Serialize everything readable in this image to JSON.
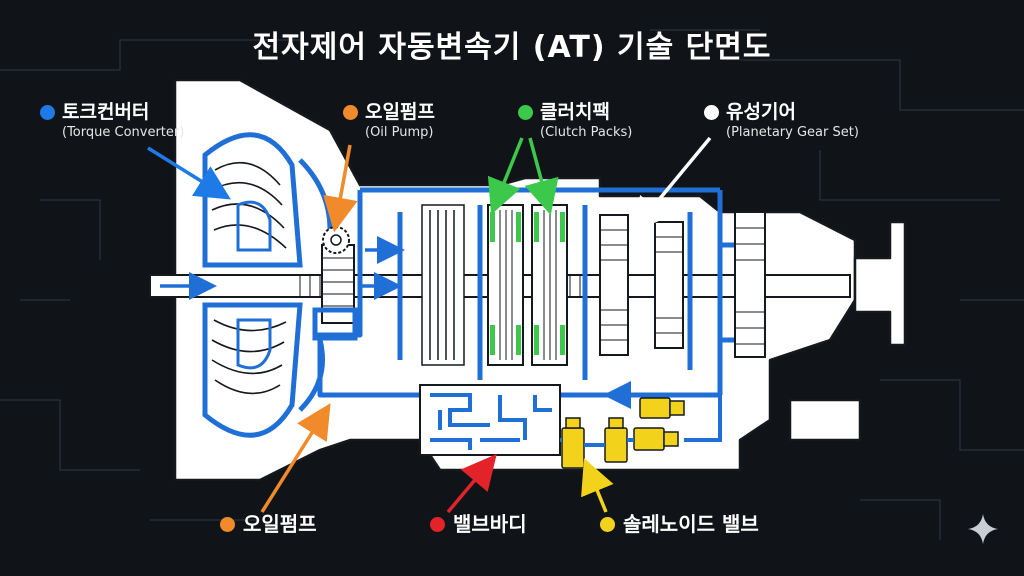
{
  "title": "전자제어 자동변속기 (AT) 기술 단면도",
  "colors": {
    "background": "#101418",
    "transmission_fill": "#ffffff",
    "outline": "#15191e",
    "fluid": "#1f6fd6",
    "clutch": "#3cc84a",
    "solenoid": "#f2d21a",
    "torque_converter_accent": "#1e7ae6",
    "oil_pump_accent": "#f08a2a",
    "valve_body_accent": "#e3232a",
    "planetary_accent": "#ffffff"
  },
  "callouts": {
    "torque_converter": {
      "label_ko": "토크컨버터",
      "label_en": "(Torque Converter)",
      "color": "#1e7ae6"
    },
    "oil_pump_top": {
      "label_ko": "오일펌프",
      "label_en": "(Oil Pump)",
      "color": "#f08a2a"
    },
    "clutch_packs": {
      "label_ko": "클러치팩",
      "label_en": "(Clutch Packs)",
      "color": "#3cc84a"
    },
    "planetary_gear": {
      "label_ko": "유성기어",
      "label_en": "(Planetary Gear Set)",
      "color": "#ffffff"
    },
    "oil_pump_bottom": {
      "label_ko": "오일펌프",
      "color": "#f08a2a"
    },
    "valve_body": {
      "label_ko": "밸브바디",
      "color": "#e3232a"
    },
    "solenoid_valve": {
      "label_ko": "솔레노이드 밸브",
      "color": "#f2d21a"
    }
  },
  "icons": {
    "watermark": "sparkle-icon"
  }
}
